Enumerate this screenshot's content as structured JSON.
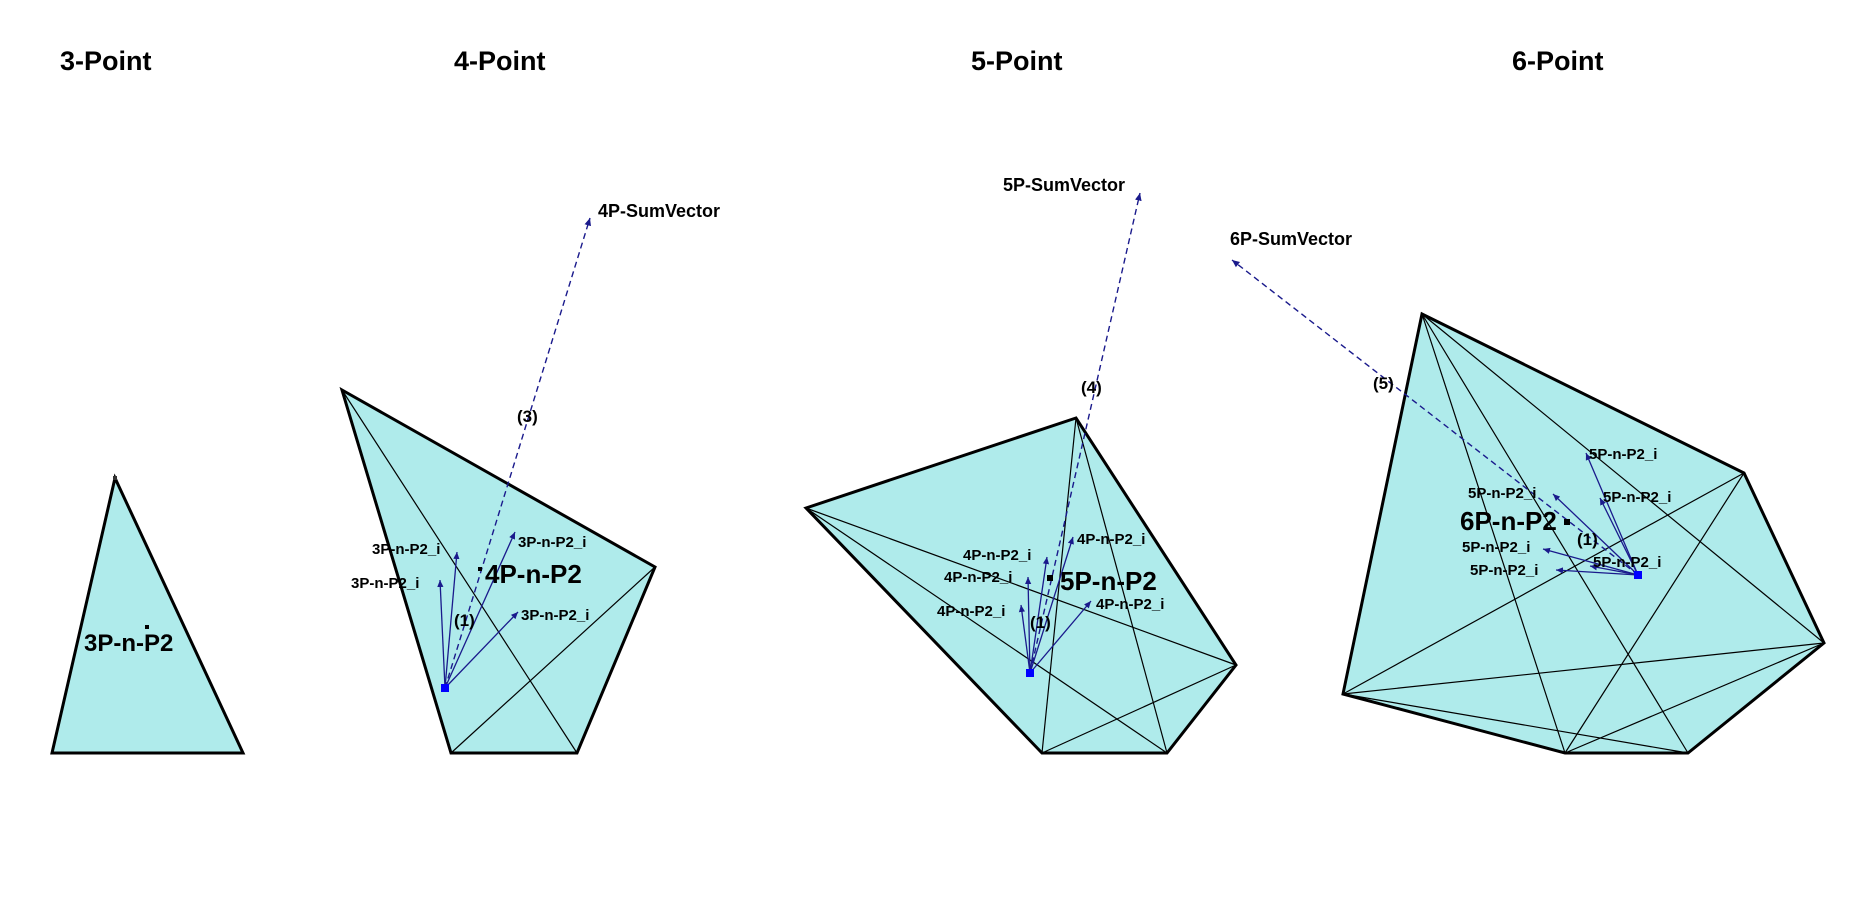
{
  "panels": [
    {
      "title": "3-Point",
      "center_label": "3P-n-P2"
    },
    {
      "title": "4-Point",
      "center_label": "4P-n-P2",
      "sum_label": "4P-SumVector",
      "count_label": "(3)",
      "unit_label": "(1)",
      "vector_label": "3P-n-P2_i"
    },
    {
      "title": "5-Point",
      "center_label": "5P-n-P2",
      "sum_label": "5P-SumVector",
      "count_label": "(4)",
      "unit_label": "(1)",
      "vector_label": "4P-n-P2_i"
    },
    {
      "title": "6-Point",
      "center_label": "6P-n-P2",
      "sum_label": "6P-SumVector",
      "count_label": "(5)",
      "unit_label": "(1)",
      "vector_label": "5P-n-P2_i"
    }
  ],
  "colors": {
    "fill": "#afebeb",
    "edge": "#000000",
    "vector": "#1a1a8c",
    "origin": "#0000ff"
  }
}
